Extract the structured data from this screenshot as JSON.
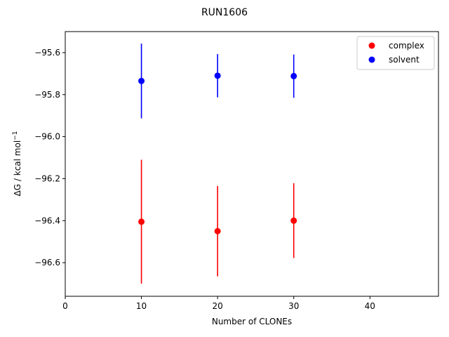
{
  "chart_data": {
    "type": "scatter",
    "title": "RUN1606",
    "xlabel": "Number of CLONEs",
    "ylabel": "ΔG / kcal mol",
    "ylabel_superscript": "−1",
    "xlim": [
      0,
      49
    ],
    "ylim": [
      -96.76,
      -95.5
    ],
    "x_ticks": [
      0,
      10,
      20,
      30,
      40
    ],
    "y_ticks": [
      -95.6,
      -95.8,
      -96.0,
      -96.2,
      -96.4,
      -96.6
    ],
    "y_tick_labels": [
      "−95.6",
      "−95.8",
      "−96.0",
      "−96.2",
      "−96.4",
      "−96.6"
    ],
    "grid": false,
    "legend_position": "top-right",
    "series": [
      {
        "name": "complex",
        "color": "#ff0000",
        "points": [
          {
            "x": 10,
            "y": -96.405,
            "err": 0.295
          },
          {
            "x": 20,
            "y": -96.45,
            "err": 0.215
          },
          {
            "x": 30,
            "y": -96.4,
            "err": 0.178
          }
        ]
      },
      {
        "name": "solvent",
        "color": "#0000ff",
        "points": [
          {
            "x": 10,
            "y": -95.735,
            "err": 0.178
          },
          {
            "x": 20,
            "y": -95.71,
            "err": 0.103
          },
          {
            "x": 30,
            "y": -95.712,
            "err": 0.103
          }
        ]
      }
    ]
  }
}
